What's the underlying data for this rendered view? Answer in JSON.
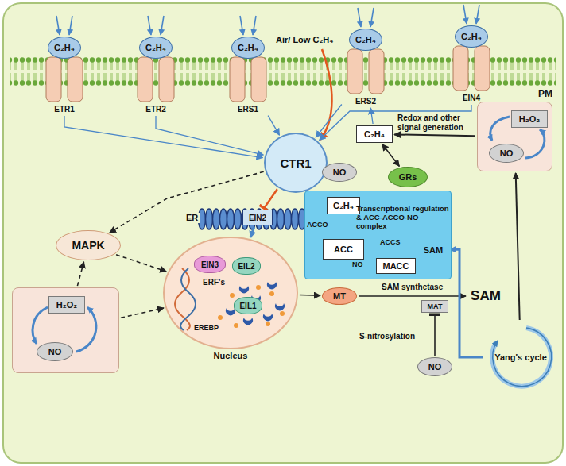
{
  "diagram": {
    "nodes": [
      {
        "text": [
          "ETR1"
        ]
      },
      {
        "text": [
          "ETR2"
        ]
      },
      {
        "text": [
          "ERS1"
        ]
      },
      {
        "text": [
          "ERS2"
        ]
      },
      {
        "text": [
          "EIN4"
        ]
      },
      {
        "text": [
          "C₂H₄"
        ]
      },
      {
        "text": [
          "C₂H₄"
        ]
      },
      {
        "text": [
          "C₂H₄"
        ]
      },
      {
        "text": [
          "C₂H₄"
        ]
      },
      {
        "text": [
          "C₂H₄"
        ]
      },
      {
        "text": [
          "CTR1"
        ]
      },
      {
        "text": [
          "EIN2"
        ]
      },
      {
        "text": [
          "Nucleus"
        ]
      },
      {
        "text": [
          "EIN3"
        ],
        "in": 12
      },
      {
        "text": [
          "EIL2"
        ],
        "in": 12
      },
      {
        "text": [
          "EIL1"
        ],
        "in": 12
      },
      {
        "text": [
          "MAPK"
        ]
      },
      {
        "text": []
      },
      {
        "text": [
          "H₂O₂"
        ],
        "in": 17
      },
      {
        "text": [
          "NO"
        ],
        "in": 17
      },
      {
        "text": []
      },
      {
        "text": [
          "C₂H₄"
        ],
        "in": 20
      },
      {
        "text": [
          "ACC"
        ],
        "in": 20
      },
      {
        "text": [
          "MACC"
        ],
        "in": 20
      },
      {
        "text": [
          "SAM"
        ],
        "in": 20
      },
      {
        "text": [
          "NO"
        ]
      },
      {
        "text": [
          "GRs"
        ]
      },
      {
        "text": [
          "C₂H₄"
        ]
      },
      {
        "text": []
      },
      {
        "text": [
          "H₂O₂"
        ],
        "in": 28
      },
      {
        "text": [
          "NO"
        ],
        "in": 28
      },
      {
        "text": [
          "MT"
        ]
      },
      {
        "text": [
          "SAM"
        ]
      },
      {
        "text": [
          "MAT"
        ]
      },
      {
        "text": [
          "NO"
        ]
      },
      {
        "text": [
          "Yang's cycle"
        ]
      }
    ],
    "edges": [
      {
        "from": 0,
        "to": 10,
        "arrow": "to"
      },
      {
        "from": 1,
        "to": 10,
        "arrow": "to"
      },
      {
        "from": 2,
        "to": 10,
        "arrow": "to"
      },
      {
        "from": 3,
        "to": 10,
        "arrow": "to"
      },
      {
        "from": 4,
        "to": 10,
        "arrow": "to"
      },
      {
        "from": 10,
        "to": 11,
        "arrow": "to"
      },
      {
        "from": 10,
        "to": 16,
        "arrow": "to"
      },
      {
        "from": 16,
        "to": 12,
        "arrow": "to"
      },
      {
        "from": 17,
        "to": 16,
        "arrow": "to"
      },
      {
        "from": 17,
        "to": 12,
        "arrow": "to"
      },
      {
        "from": 11,
        "to": 12,
        "arrow": "to"
      },
      {
        "from": 12,
        "to": 31,
        "arrow": "to"
      },
      {
        "from": 31,
        "to": 32,
        "arrow": "to"
      },
      {
        "from": 34,
        "to": 33,
        "arrow": "to"
      },
      {
        "from": 35,
        "to": 24,
        "arrow": "to"
      },
      {
        "from": 35,
        "to": 28,
        "arrow": "to"
      },
      {
        "from": 28,
        "to": 27,
        "arrow": "to"
      },
      {
        "from": 27,
        "to": 3,
        "arrow": "to"
      },
      {
        "from": 27,
        "to": 26,
        "arrow": "both"
      },
      {
        "from": 24,
        "to": 22,
        "arrow": "to",
        "label": "ACCS"
      },
      {
        "from": 22,
        "to": 21,
        "arrow": "to",
        "label": "ACCO"
      },
      {
        "from": 22,
        "to": 23,
        "arrow": "to",
        "label": "NO"
      }
    ],
    "labels": [
      "PM",
      "Air/ Low C₂H₄",
      "ER",
      "ERF's",
      "EREBP",
      "Transcriptional regulation & ACC-ACCO-NO complex",
      "SAM synthetase",
      "Redox and other signal generation",
      "S-nitrosylation"
    ]
  }
}
